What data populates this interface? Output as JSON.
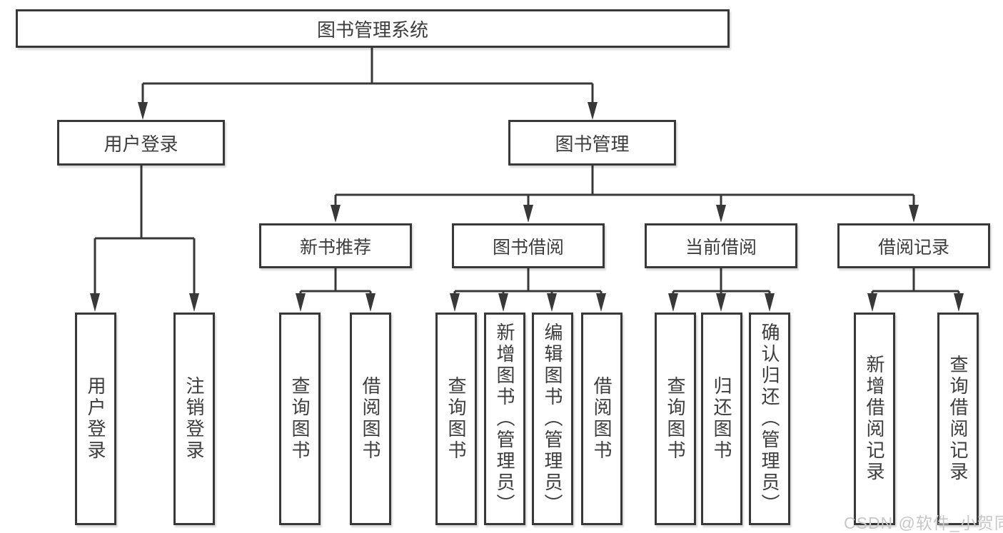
{
  "diagram": {
    "type": "tree",
    "title": "图书管理系统",
    "watermark": "CSDN @软件_小贺同学",
    "colors": {
      "line": "#383838",
      "border": "#383838",
      "text": "#3d3d3d",
      "background": "#ffffff",
      "watermark": "#c7c7c7"
    },
    "nodes": {
      "root": {
        "id": "root",
        "label": "图书管理系统"
      },
      "level2": [
        {
          "id": "user-login",
          "label": "用户登录",
          "parent": "root"
        },
        {
          "id": "book-management",
          "label": "图书管理",
          "parent": "root"
        }
      ],
      "level3": [
        {
          "id": "new-book-recommend",
          "label": "新书推荐",
          "parent": "book-management"
        },
        {
          "id": "book-borrow",
          "label": "图书借阅",
          "parent": "book-management"
        },
        {
          "id": "current-borrow",
          "label": "当前借阅",
          "parent": "book-management"
        },
        {
          "id": "borrow-records",
          "label": "借阅记录",
          "parent": "book-management"
        }
      ],
      "leaves": [
        {
          "id": "leaf-user-login",
          "label": "用户登录",
          "parent": "user-login"
        },
        {
          "id": "leaf-logout",
          "label": "注销登录",
          "parent": "user-login"
        },
        {
          "id": "leaf-query-books-recommend",
          "label": "查询图书",
          "parent": "new-book-recommend"
        },
        {
          "id": "leaf-borrow-books-recommend",
          "label": "借阅图书",
          "parent": "new-book-recommend"
        },
        {
          "id": "leaf-query-books-borrow",
          "label": "查询图书",
          "parent": "book-borrow"
        },
        {
          "id": "leaf-add-books-admin",
          "label": "新增图书（管理员）",
          "parent": "book-borrow"
        },
        {
          "id": "leaf-edit-books-admin",
          "label": "编辑图书（管理员）",
          "parent": "book-borrow"
        },
        {
          "id": "leaf-borrow-books",
          "label": "借阅图书",
          "parent": "book-borrow"
        },
        {
          "id": "leaf-query-books-current",
          "label": "查询图书",
          "parent": "current-borrow"
        },
        {
          "id": "leaf-return-books",
          "label": "归还图书",
          "parent": "current-borrow"
        },
        {
          "id": "leaf-confirm-return-admin",
          "label": "确认归还（管理员）",
          "parent": "current-borrow"
        },
        {
          "id": "leaf-add-borrow-record",
          "label": "新增借阅记录",
          "parent": "borrow-records"
        },
        {
          "id": "leaf-query-borrow-record",
          "label": "查询借阅记录",
          "parent": "borrow-records"
        }
      ]
    }
  }
}
